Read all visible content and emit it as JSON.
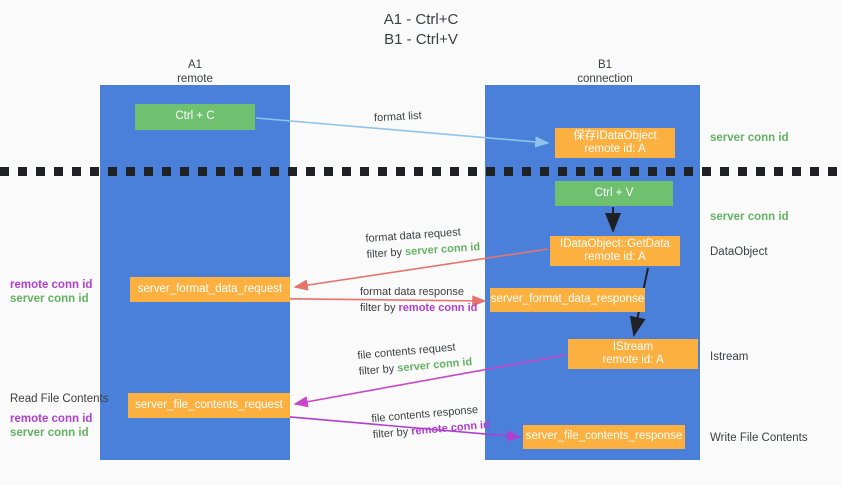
{
  "title": {
    "line1": "A1 - Ctrl+C",
    "line2": "B1 - Ctrl+V"
  },
  "columns": {
    "a1": {
      "name": "A1",
      "role": "remote"
    },
    "b1": {
      "name": "B1",
      "role": "connection"
    }
  },
  "boxes": {
    "ctrl_c": {
      "label": "Ctrl + C",
      "color": "#6fc06f"
    },
    "save_idataobject": {
      "line1": "保存IDataObject",
      "line2": "remote id: A",
      "color": "#fbb040"
    },
    "ctrl_v": {
      "label": "Ctrl + V",
      "color": "#6fc06f"
    },
    "getdata": {
      "line1": "IDataObject::GetData",
      "line2": "remote id: A",
      "color": "#fbb040"
    },
    "format_data_request": {
      "label": "server_format_data_request",
      "color": "#fbb040"
    },
    "format_data_response": {
      "label": "server_format_data_response",
      "color": "#fbb040"
    },
    "istream": {
      "line1": "IStream",
      "line2": "remote id: A",
      "color": "#fbb040"
    },
    "file_contents_request": {
      "label": "server_file_contents_request",
      "color": "#fbb040"
    },
    "file_contents_response": {
      "label": "server_file_contents_response",
      "color": "#fbb040"
    }
  },
  "arrow_labels": {
    "format_list": "format list",
    "format_data_request": {
      "line1": "format data request",
      "filter_prefix": "filter by ",
      "filter_id": "server conn id"
    },
    "format_data_response": {
      "line1": "format data response",
      "filter_prefix": "filter by ",
      "filter_id": "remote conn id"
    },
    "file_contents_request": {
      "line1": "file contents request",
      "filter_prefix": "filter by ",
      "filter_id": "server conn id"
    },
    "file_contents_response": {
      "line1": "file contents response",
      "filter_prefix": "filter by ",
      "filter_id": "remote conn id"
    }
  },
  "right_notes": {
    "server_conn_id_1": "server conn id",
    "server_conn_id_2": "server conn id",
    "dataobject": "DataObject",
    "istream": "Istream",
    "write_file_contents": "Write File Contents"
  },
  "left_notes": {
    "remote_conn_id_1": "remote conn id",
    "server_conn_id_1": "server conn id",
    "read_file_contents": "Read File Contents",
    "remote_conn_id_2": "remote conn id",
    "server_conn_id_2": "server conn id"
  },
  "colors": {
    "lane": "#4a80da",
    "green_box": "#6fc06f",
    "orange_box": "#fbb040",
    "green_text": "#63b363",
    "purple_text": "#b03fd0",
    "red_arrow": "#e8736c",
    "magenta_arrow": "#d63fd6",
    "lightblue_arrow": "#8fc3ee",
    "black_arrow": "#202124",
    "dashed_line": "#202124",
    "background": "#fafafa"
  }
}
